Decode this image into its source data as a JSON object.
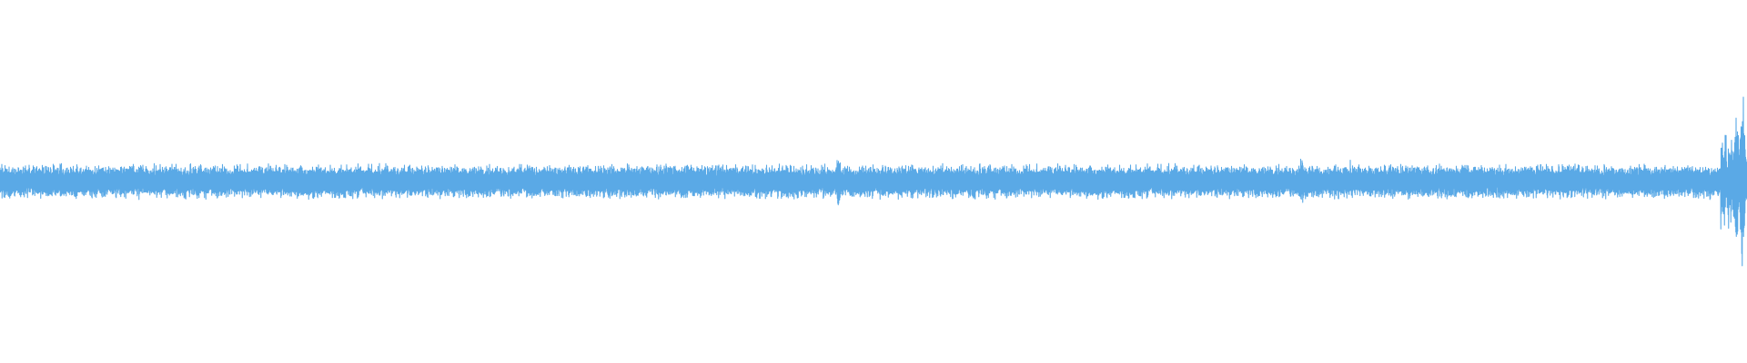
{
  "waveform": {
    "color": "#5aa9e6",
    "background": "#ffffff",
    "baseline_amplitude": 0.05,
    "spikes": [
      {
        "position": 0.48,
        "amplitude": 0.09
      },
      {
        "position": 0.745,
        "amplitude": 0.085
      },
      {
        "position": 0.785,
        "amplitude": 0.04
      },
      {
        "position": 0.994,
        "amplitude": 0.21
      },
      {
        "position": 0.9975,
        "amplitude": 0.32
      }
    ],
    "burst_end": {
      "start": 0.985,
      "amplitude": 0.15
    }
  }
}
